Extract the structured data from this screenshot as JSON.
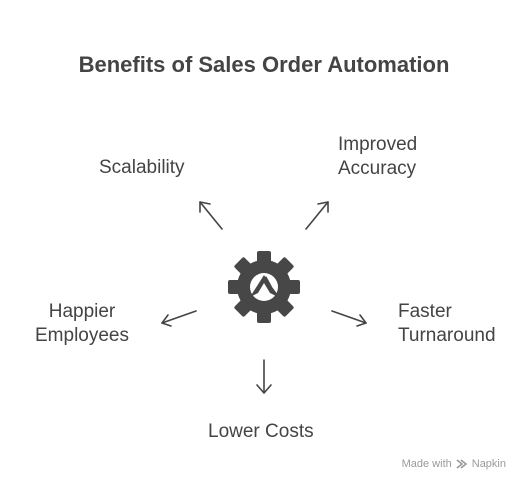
{
  "title": "Benefits of Sales Order Automation",
  "center_icon": "gear-with-arrow-icon",
  "benefits": {
    "scalability": {
      "line1": "Scalability"
    },
    "accuracy": {
      "line1": "Improved",
      "line2": "Accuracy"
    },
    "happier": {
      "line1": "Happier",
      "line2": "Employees"
    },
    "faster": {
      "line1": "Faster",
      "line2": "Turnaround"
    },
    "lower": {
      "line1": "Lower Costs"
    }
  },
  "watermark": {
    "made_with": "Made with",
    "brand": "Napkin"
  },
  "colors": {
    "icon": "#474747",
    "arrow": "#444444",
    "text": "#444444"
  }
}
